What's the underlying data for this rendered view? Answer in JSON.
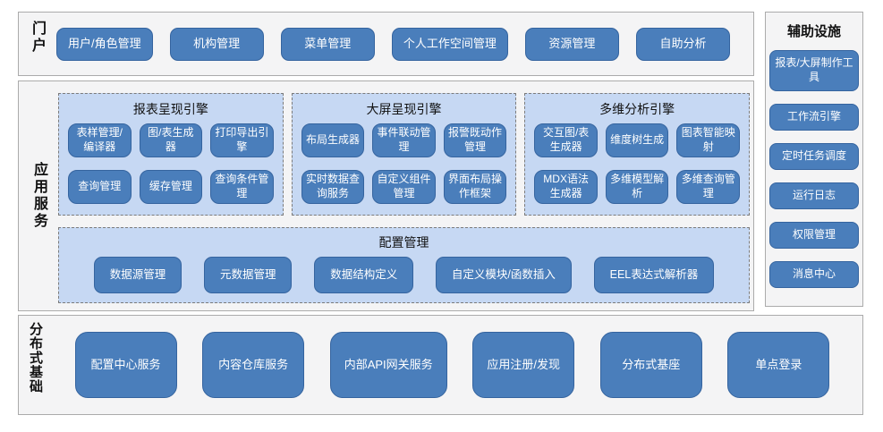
{
  "colors": {
    "button_fill": "#4a7ebb",
    "button_border": "#35649f",
    "panel_fill": "#c6d8f3",
    "panel_border": "#7b7b7b",
    "section_fill": "#f4f4f5",
    "section_border": "#ababab",
    "button_text": "#ffffff",
    "text_dark": "#111111"
  },
  "portal": {
    "label": "门户",
    "items": [
      "用户/角色管理",
      "机构管理",
      "菜单管理",
      "个人工作空间管理",
      "资源管理",
      "自助分析"
    ]
  },
  "app_services": {
    "label": "应用服务",
    "groups": [
      {
        "title": "报表呈现引擎",
        "items": [
          "表样管理/编译器",
          "图/表生成器",
          "打印导出引擎",
          "查询管理",
          "缓存管理",
          "查询条件管理"
        ]
      },
      {
        "title": "大屏呈现引擎",
        "items": [
          "布局生成器",
          "事件联动管理",
          "报警既动作管理",
          "实时数据查询服务",
          "自定义组件管理",
          "界面布局操作框架"
        ]
      },
      {
        "title": "多维分析引擎",
        "items": [
          "交互图/表生成器",
          "维度树生成",
          "图表智能映射",
          "MDX语法生成器",
          "多维模型解析",
          "多维查询管理"
        ]
      }
    ],
    "config": {
      "title": "配置管理",
      "items": [
        "数据源管理",
        "元数据管理",
        "数据结构定义",
        "自定义模块/函数插入",
        "EEL表达式解析器"
      ]
    }
  },
  "distributed": {
    "label": "分布式基础",
    "items": [
      "配置中心服务",
      "内容仓库服务",
      "内部API网关服务",
      "应用注册/发现",
      "分布式基座",
      "单点登录"
    ]
  },
  "auxiliary": {
    "title": "辅助设施",
    "items": [
      "报表/大屏制作工具",
      "工作流引擎",
      "定时任务调度",
      "运行日志",
      "权限管理",
      "消息中心"
    ]
  }
}
